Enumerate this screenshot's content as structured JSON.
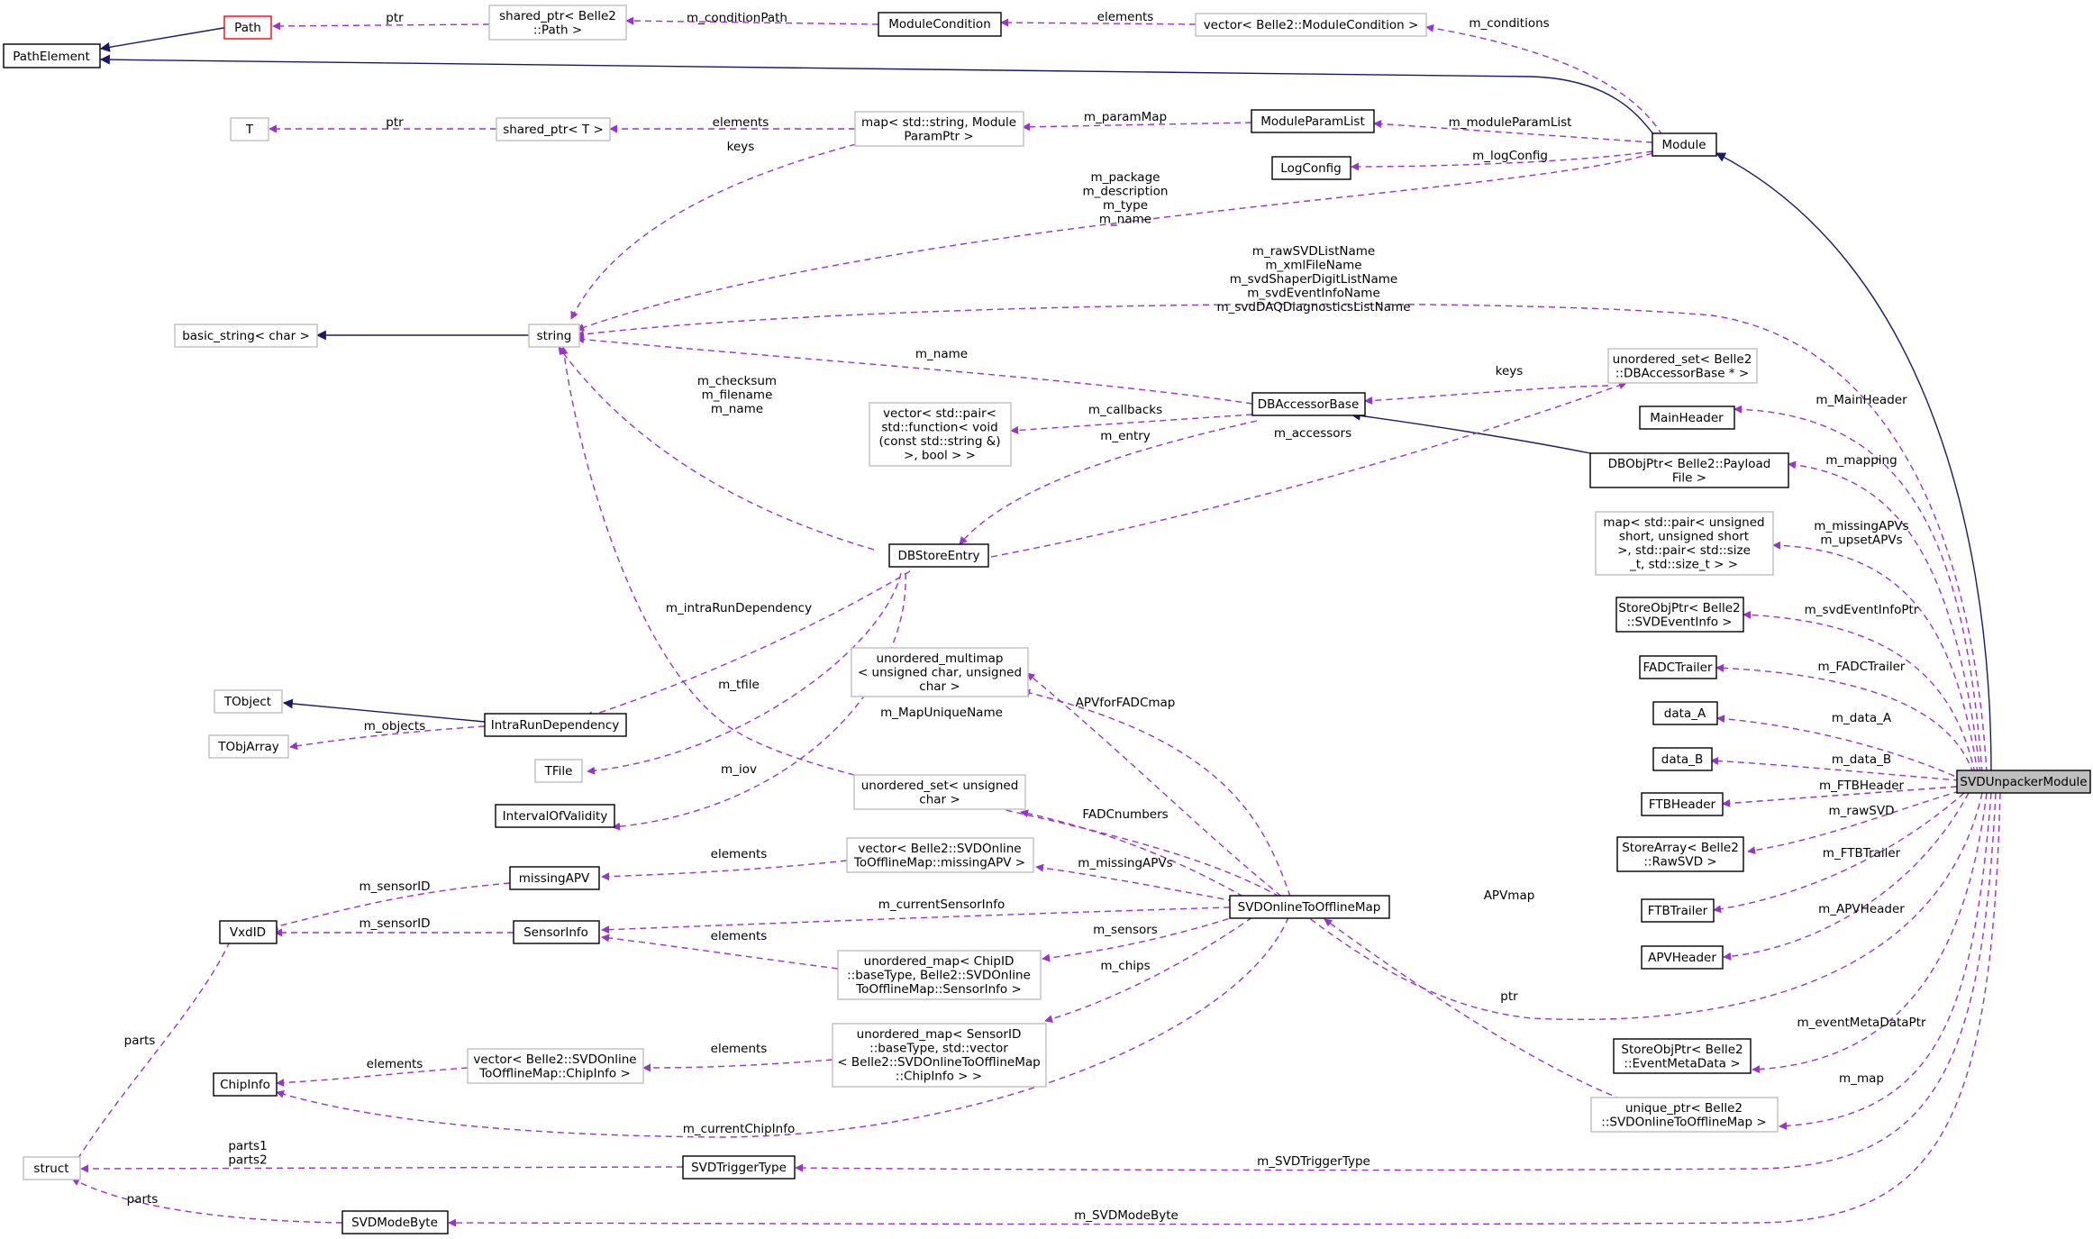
{
  "colors": {
    "dependency_edge": "#9a32cd",
    "inheritance_edge": "#191970",
    "node_border": "#000000",
    "node_border_external": "#bfbfbf",
    "node_border_truncated": "#ff0000",
    "focus_fill": "#bfbfbf"
  },
  "nodes": {
    "PathElement": [
      "PathElement"
    ],
    "Path": [
      "Path"
    ],
    "shared_ptr_path": [
      "shared_ptr< Belle2",
      "::Path >"
    ],
    "ModuleCondition": [
      "ModuleCondition"
    ],
    "vector_modcond": [
      "vector< Belle2::ModuleCondition >"
    ],
    "T": [
      "T"
    ],
    "shared_ptr_T": [
      "shared_ptr< T >"
    ],
    "map_param": [
      "map< std::string, Module",
      "ParamPtr >"
    ],
    "ModuleParamList": [
      "ModuleParamList"
    ],
    "Module": [
      "Module"
    ],
    "LogConfig": [
      "LogConfig"
    ],
    "basic_string": [
      "basic_string< char >"
    ],
    "string": [
      "string"
    ],
    "unordered_set_dbaccessor": [
      "unordered_set< Belle2",
      "::DBAccessorBase * >"
    ],
    "DBAccessorBase": [
      "DBAccessorBase"
    ],
    "MainHeader": [
      "MainHeader"
    ],
    "vector_pair_function": [
      "vector< std::pair<",
      "std::function< void",
      "(const std::string &)",
      ">, bool > >"
    ],
    "DBObjPtr": [
      "DBObjPtr< Belle2::Payload",
      "File >"
    ],
    "map_pair": [
      "map< std::pair< unsigned",
      "short, unsigned short",
      ">, std::pair< std::size",
      "_t, std::size_t > >"
    ],
    "DBStoreEntry": [
      "DBStoreEntry"
    ],
    "StoreObjPtr_SVDEventInfo": [
      "StoreObjPtr< Belle2",
      "::SVDEventInfo >"
    ],
    "FADCTrailer": [
      "FADCTrailer"
    ],
    "unordered_multimap": [
      "unordered_multimap",
      "< unsigned char, unsigned",
      "char >"
    ],
    "data_A": [
      "data_A"
    ],
    "TObject": [
      "TObject"
    ],
    "IntraRunDependency": [
      "IntraRunDependency"
    ],
    "TObjArray": [
      "TObjArray"
    ],
    "data_B": [
      "data_B"
    ],
    "SVDUnpackerModule": [
      "SVDUnpackerModule"
    ],
    "TFile": [
      "TFile"
    ],
    "unordered_set_uchar": [
      "unordered_set< unsigned",
      "char >"
    ],
    "FTBHeader": [
      "FTBHeader"
    ],
    "IntervalOfValidity": [
      "IntervalOfValidity"
    ],
    "vector_missingAPV": [
      "vector< Belle2::SVDOnline",
      "ToOfflineMap::missingAPV >"
    ],
    "StoreArray_RawSVD": [
      "StoreArray< Belle2",
      "::RawSVD >"
    ],
    "missingAPV": [
      "missingAPV"
    ],
    "VxdID": [
      "VxdID"
    ],
    "SensorInfo": [
      "SensorInfo"
    ],
    "SVDOnlineToOfflineMap": [
      "SVDOnlineToOfflineMap"
    ],
    "FTBTrailer": [
      "FTBTrailer"
    ],
    "unordered_map_chip": [
      "unordered_map< ChipID",
      "::baseType, Belle2::SVDOnline",
      "ToOfflineMap::SensorInfo >"
    ],
    "APVHeader": [
      "APVHeader"
    ],
    "unordered_map_sensor": [
      "unordered_map< SensorID",
      "::baseType, std::vector",
      "< Belle2::SVDOnlineToOfflineMap",
      "::ChipInfo > >"
    ],
    "vector_chipinfo": [
      "vector< Belle2::SVDOnline",
      "ToOfflineMap::ChipInfo >"
    ],
    "StoreObjPtr_EventMetaData": [
      "StoreObjPtr< Belle2",
      "::EventMetaData >"
    ],
    "ChipInfo": [
      "ChipInfo"
    ],
    "unique_ptr": [
      "unique_ptr< Belle2",
      "::SVDOnlineToOfflineMap >"
    ],
    "struct": [
      "struct"
    ],
    "SVDTriggerType": [
      "SVDTriggerType"
    ],
    "SVDModeByte": [
      "SVDModeByte"
    ]
  },
  "edge_labels": {
    "path_ptr": [
      "ptr"
    ],
    "conditionPath": [
      "m_conditionPath"
    ],
    "cond_elements": [
      "elements"
    ],
    "m_conditions": [
      "m_conditions"
    ],
    "T_ptr": [
      "ptr"
    ],
    "sp_elements": [
      "elements"
    ],
    "keys_string": [
      "keys"
    ],
    "m_paramMap": [
      "m_paramMap"
    ],
    "m_moduleParamList": [
      "m_moduleParamList"
    ],
    "m_logConfig": [
      "m_logConfig"
    ],
    "module_strings": [
      "m_package",
      "m_description",
      "m_type",
      "m_name"
    ],
    "unpacker_strings": [
      "m_rawSVDListName",
      "m_xmlFileName",
      "m_svdShaperDigitListName",
      "m_svdEventInfoName",
      "m_svdDAQDiagnosticsListName"
    ],
    "m_name": [
      "m_name"
    ],
    "dbset_keys": [
      "keys"
    ],
    "m_MainHeader": [
      "m_MainHeader"
    ],
    "m_callbacks": [
      "m_callbacks"
    ],
    "m_entry": [
      "m_entry"
    ],
    "m_accessors": [
      "m_accessors"
    ],
    "dbstore_strings": [
      "m_checksum",
      "m_filename",
      "m_name"
    ],
    "m_mapping": [
      "m_mapping"
    ],
    "m_missing_upset": [
      "m_missingAPVs",
      "m_upsetAPVs"
    ],
    "m_intraRunDependency": [
      "m_intraRunDependency"
    ],
    "m_svdEventInfoPtr": [
      "m_svdEventInfoPtr"
    ],
    "m_FADCTrailer": [
      "m_FADCTrailer"
    ],
    "m_tfile": [
      "m_tfile"
    ],
    "m_objects": [
      "m_objects"
    ],
    "APVforFADCmap": [
      "APVforFADCmap"
    ],
    "m_MapUniqueName": [
      "m_MapUniqueName"
    ],
    "m_data_A": [
      "m_data_A"
    ],
    "m_data_B": [
      "m_data_B"
    ],
    "m_FTBHeader": [
      "m_FTBHeader"
    ],
    "m_iov": [
      "m_iov"
    ],
    "FADCnumbers": [
      "FADCnumbers"
    ],
    "m_rawSVD": [
      "m_rawSVD"
    ],
    "missing_elements": [
      "elements"
    ],
    "m_FTBTrailer": [
      "m_FTBTrailer"
    ],
    "m_sensorID_1": [
      "m_sensorID"
    ],
    "m_missingAPVs": [
      "m_missingAPVs"
    ],
    "m_APVHeader": [
      "m_APVHeader"
    ],
    "m_currentSensorInfo": [
      "m_currentSensorInfo"
    ],
    "m_sensorID_2": [
      "m_sensorID"
    ],
    "APVmap": [
      "APVmap"
    ],
    "m_sensors": [
      "m_sensors"
    ],
    "sensor_elements": [
      "elements"
    ],
    "m_chips": [
      "m_chips"
    ],
    "ptr_map": [
      "ptr"
    ],
    "m_eventMetaDataPtr": [
      "m_eventMetaDataPtr"
    ],
    "parts_vxd": [
      "parts"
    ],
    "chip_elements": [
      "elements"
    ],
    "m_map": [
      "m_map"
    ],
    "m_currentChipInfo": [
      "m_currentChipInfo"
    ],
    "parts12": [
      "parts1",
      "parts2"
    ],
    "m_SVDTriggerType": [
      "m_SVDTriggerType"
    ],
    "parts_mode": [
      "parts"
    ],
    "m_SVDModeByte": [
      "m_SVDModeByte"
    ]
  }
}
